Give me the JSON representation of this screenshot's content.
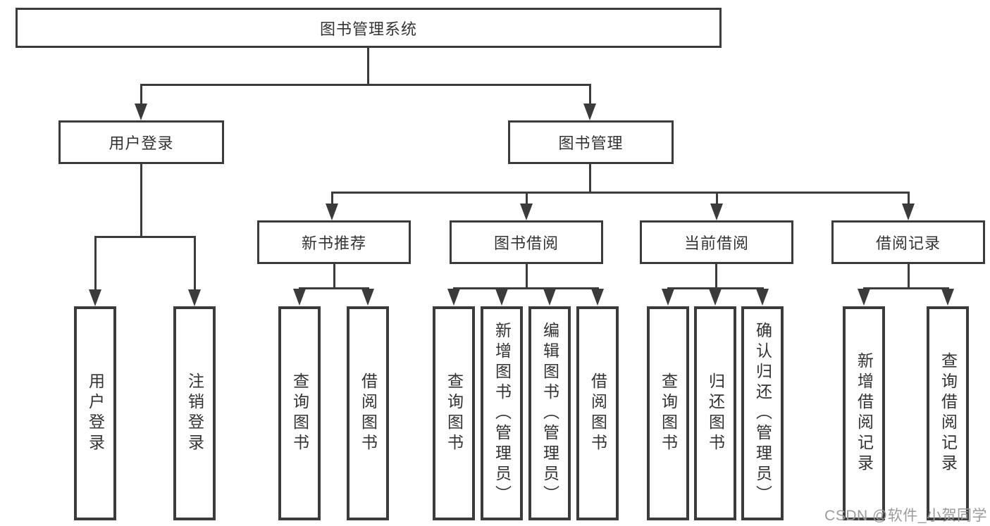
{
  "diagram": {
    "root": "图书管理系统",
    "level2": {
      "user_login": "用户登录",
      "book_mgmt": "图书管理"
    },
    "level3": {
      "new_books": "新书推荐",
      "book_borrow": "图书借阅",
      "current_borrow": "当前借阅",
      "borrow_records": "借阅记录"
    },
    "leaves": {
      "ul_login": "用户登录",
      "ul_logout": "注销登录",
      "nb_query": "查询图书",
      "nb_borrow": "借阅图书",
      "bb_query": "查询图书",
      "bb_add": "新增图书（管理员）",
      "bb_edit": "编辑图书（管理员）",
      "bb_borrow": "借阅图书",
      "cb_query": "查询图书",
      "cb_return": "归还图书",
      "cb_confirm": "确认归还（管理员）",
      "br_add": "新增借阅记录",
      "br_query": "查询借阅记录"
    }
  },
  "watermark": "CSDN @软件_小贺同学",
  "colors": {
    "line": "#3b3b3b",
    "text": "#333333",
    "watermark": "#9b9b9b",
    "background": "#ffffff"
  }
}
